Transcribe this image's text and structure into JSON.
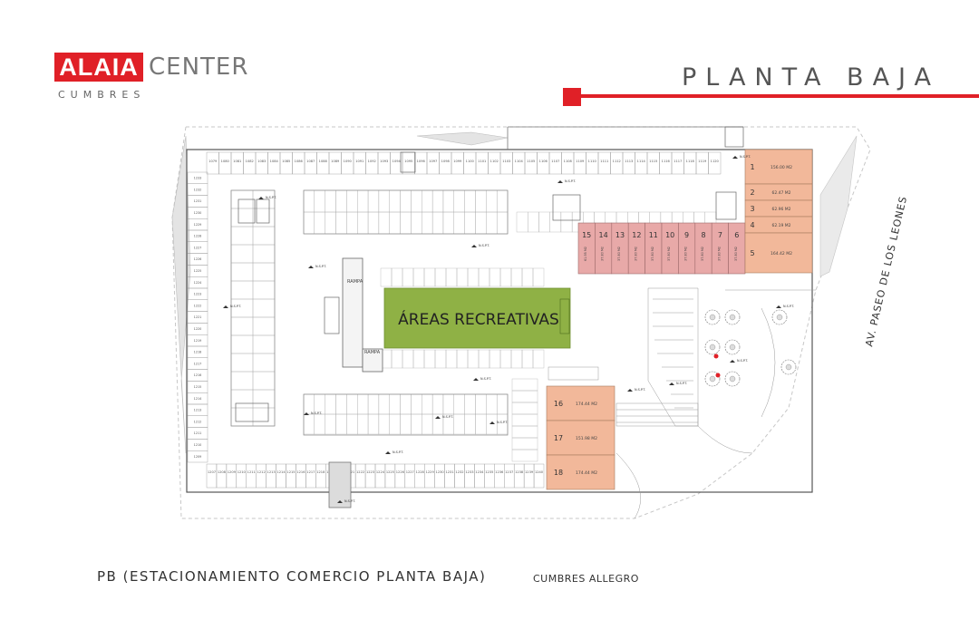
{
  "brand": {
    "name_red": "ALAIA",
    "name_rest": "CENTER",
    "subtitle": "CUMBRES"
  },
  "header": {
    "title": "PLANTA BAJA"
  },
  "plan": {
    "street_label": "AV. PASEO DE LOS LEONES",
    "recreation_label": "ÁREAS RECREATIVAS",
    "ramp_label": "RAMPA",
    "level_label": "N.S.P.T.",
    "locales_right": [
      {
        "num": "1",
        "area": "156.00 M2"
      },
      {
        "num": "2",
        "area": "62.47 M2"
      },
      {
        "num": "3",
        "area": "62.96 M2"
      },
      {
        "num": "4",
        "area": "62.19 M2"
      },
      {
        "num": "5",
        "area": "164.42 M2"
      }
    ],
    "locales_row": [
      {
        "num": "15",
        "area": "61.95 M2"
      },
      {
        "num": "14",
        "area": "37.80 M2"
      },
      {
        "num": "13",
        "area": "37.80 M2"
      },
      {
        "num": "12",
        "area": "37.80 M2"
      },
      {
        "num": "11",
        "area": "37.80 M2"
      },
      {
        "num": "10",
        "area": "37.80 M2"
      },
      {
        "num": "9",
        "area": "37.80 M2"
      },
      {
        "num": "8",
        "area": "37.80 M2"
      },
      {
        "num": "7",
        "area": "37.80 M2"
      },
      {
        "num": "6",
        "area": "37.80 M2"
      }
    ],
    "locales_bottom": [
      {
        "num": "16",
        "area": "174.44 M2"
      },
      {
        "num": "17",
        "area": "151.98 M2"
      },
      {
        "num": "18",
        "area": "174.44 M2"
      }
    ],
    "parking_top_row": [
      "1079",
      "1080",
      "1081",
      "1082",
      "1083",
      "1084",
      "1085",
      "1086",
      "1087",
      "1088",
      "1089",
      "1090",
      "1091",
      "1092",
      "1093",
      "1094",
      "1095",
      "1096",
      "1097",
      "1098",
      "1099",
      "1100",
      "1101",
      "1102",
      "1103",
      "1104",
      "1105",
      "1106",
      "1107",
      "1108",
      "1109",
      "1110",
      "1111",
      "1112",
      "1113",
      "1114",
      "1115",
      "1116",
      "1117",
      "1118",
      "1119",
      "1120"
    ],
    "parking_bottom_row": [
      "1207",
      "1208",
      "1209",
      "1210",
      "1211",
      "1212",
      "1213",
      "1214",
      "1215",
      "1216",
      "1217",
      "1218",
      "1219",
      "1220",
      "1221",
      "1222",
      "1223",
      "1224",
      "1225",
      "1226",
      "1227",
      "1228",
      "1229",
      "1230",
      "1231",
      "1232",
      "1233",
      "1234",
      "1235",
      "1236",
      "1237",
      "1238",
      "1239",
      "1240"
    ],
    "parking_left_col": [
      "1233",
      "1232",
      "1231",
      "1230",
      "1229",
      "1228",
      "1227",
      "1226",
      "1225",
      "1224",
      "1223",
      "1222",
      "1221",
      "1220",
      "1219",
      "1218",
      "1217",
      "1216",
      "1215",
      "1214",
      "1213",
      "1212",
      "1211",
      "1210",
      "1209"
    ]
  },
  "footer": {
    "caption": "PB (ESTACIONAMIENTO COMERCIO PLANTA BAJA)",
    "sub": "CUMBRES ALLEGRO"
  },
  "colors": {
    "accent": "#e02027",
    "local_light": "#f2b89a",
    "local_pink": "#e8a9a8",
    "recreation": "#8fb145"
  }
}
